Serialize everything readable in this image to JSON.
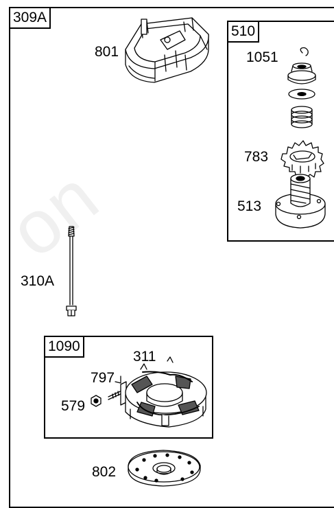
{
  "diagram": {
    "main_group": "309A",
    "gear_group": "510",
    "brush_group": "1090",
    "parts": {
      "p801": "801",
      "p1051": "1051",
      "p783": "783",
      "p513": "513",
      "p310A": "310A",
      "p311": "311",
      "p797": "797",
      "p579": "579",
      "p802": "802"
    }
  }
}
